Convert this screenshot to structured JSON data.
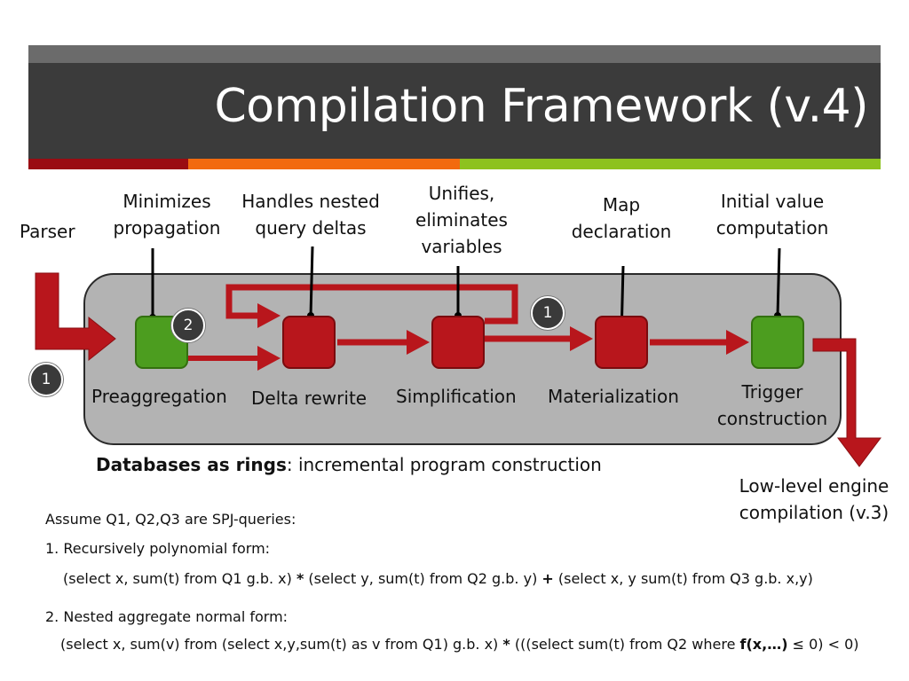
{
  "title": "Compilation Framework (v.4)",
  "colors": {
    "title_bg": "#3b3b3b",
    "stripe": "#6b6b6b",
    "bar_dark_red": "#9a0c12",
    "bar_orange": "#f26a0f",
    "bar_green": "#8dc21f",
    "node_red": "#b8161c",
    "node_green": "#4c9d1f",
    "panel_gray": "#b3b3b3"
  },
  "annotations": {
    "parser": "Parser",
    "minimizes_1": "Minimizes",
    "minimizes_2": "propagation",
    "nested_1": "Handles nested",
    "nested_2": "query deltas",
    "unifies_1": "Unifies,",
    "unifies_2": "eliminates",
    "unifies_3": "variables",
    "map_1": "Map",
    "map_2": "declaration",
    "initial_1": "Initial value",
    "initial_2": "computation"
  },
  "stages": {
    "preaggregation": "Preaggregation",
    "delta_rewrite": "Delta rewrite",
    "simplification": "Simplification",
    "materialization": "Materialization",
    "trigger_1": "Trigger",
    "trigger_2": "construction"
  },
  "badges": {
    "left": "1",
    "preagg": "2",
    "loop": "1"
  },
  "caption": {
    "bold": "Databases as rings",
    "rest": ": incremental program construction"
  },
  "output": {
    "line1": "Low-level engine",
    "line2": "compilation (v.3)"
  },
  "body": {
    "assume": "Assume Q1, Q2,Q3 are SPJ-queries:",
    "item1": "1. Recursively polynomial form:",
    "q1_a": "(select x, sum(t) from Q1 g.b. x) ",
    "q1_op1": "*",
    "q1_b": " (select y, sum(t) from Q2 g.b. y) ",
    "q1_op2": "+",
    "q1_c": " (select x, y sum(t) from Q3 g.b. x,y)",
    "item2": "2. Nested aggregate normal form:",
    "q2_a": "(select x, sum(v) from (select x,y,sum(t) as v from Q1) g.b. x) ",
    "q2_op": "*",
    "q2_b": " (((select sum(t) from Q2 where ",
    "q2_f": "f(x,…)",
    "q2_c": " ≤ 0) < 0)"
  }
}
